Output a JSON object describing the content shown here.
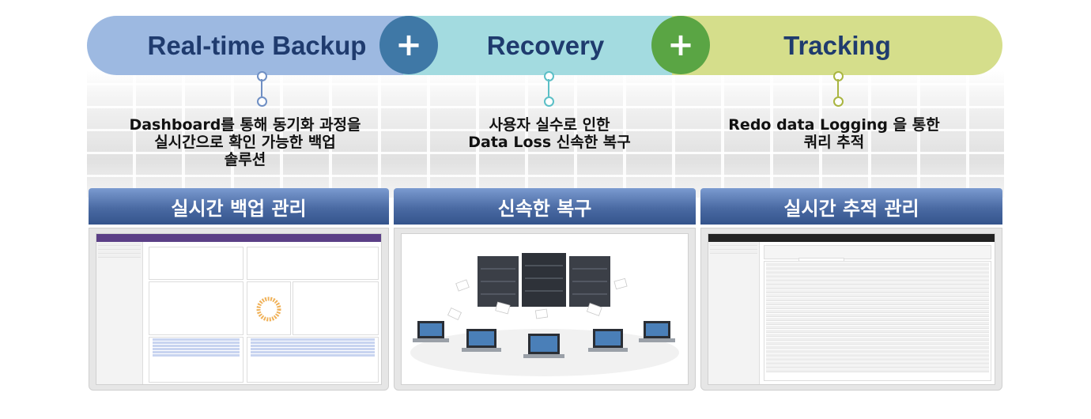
{
  "bands": [
    {
      "label": "Real-time Backup",
      "color": "#9db9e1"
    },
    {
      "label": "Recovery",
      "color": "#a3dbe0"
    },
    {
      "label": "Tracking",
      "color": "#d5de8b"
    }
  ],
  "plus_symbols": [
    "+",
    "+"
  ],
  "descriptions": [
    "Dashboard를 통해 동기화 과정을\n실시간으로 확인 가능한 백업\n솔루션",
    "사용자 실수로 인한\nData Loss 신속한 복구",
    "Redo data Logging 을 통한\n쿼리 추적"
  ],
  "panels": [
    {
      "title": "실시간 백업 관리"
    },
    {
      "title": "신속한 복구"
    },
    {
      "title": "실시간 추적 관리"
    }
  ],
  "colors": {
    "title_band_text": "#1f3b6e",
    "panel_header": "#4a6aa3",
    "plus_blue": "#3f78a6",
    "plus_green": "#5aa544"
  }
}
